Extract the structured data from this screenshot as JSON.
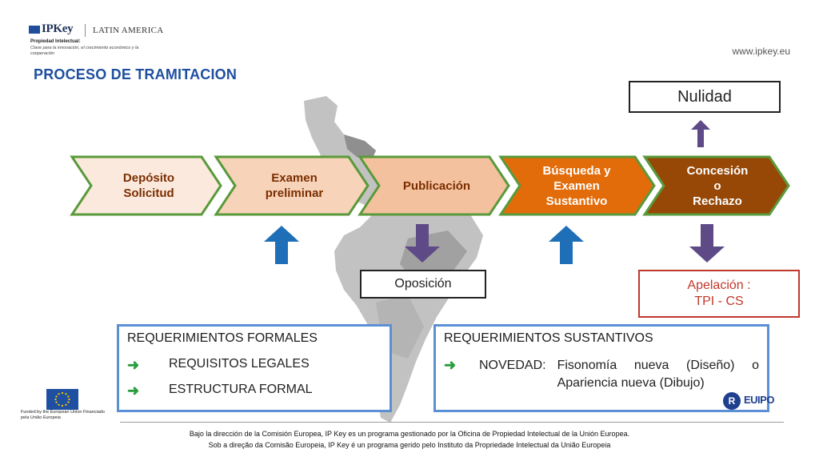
{
  "header": {
    "logo_word": "IPKey",
    "logo_region": "LATIN AMERICA",
    "logo_sub1": "Propiedad Intelectual:",
    "logo_sub2": "Clave para la innovación, el crecimiento económico y la cooperación",
    "site": "www.ipkey.eu",
    "title": "PROCESO DE TRAMITACION"
  },
  "steps": [
    {
      "line1": "Depósito",
      "line2": "Solicitud",
      "line3": "",
      "fill": "#fbe9dd",
      "border": "#5a9a3a"
    },
    {
      "line1": "Examen",
      "line2": "preliminar",
      "line3": "",
      "fill": "#f7d3ba",
      "border": "#5a9a3a"
    },
    {
      "line1": "Publicación",
      "line2": "",
      "line3": "",
      "fill": "#f4c19e",
      "border": "#5a9a3a"
    },
    {
      "line1": "Búsqueda y",
      "line2": "Examen",
      "line3": "Sustantivo",
      "fill": "#e36c0a",
      "border": "#5a9a3a"
    },
    {
      "line1": "Concesión",
      "line2": "o",
      "line3": "Rechazo",
      "fill": "#974806",
      "border": "#5a9a3a"
    }
  ],
  "boxes": {
    "nulidad": "Nulidad",
    "oposicion": "Oposición",
    "apelacion_1": "Apelación :",
    "apelacion_2": "TPI - CS"
  },
  "req_formales": {
    "title": "REQUERIMIENTOS FORMALES",
    "items": [
      "REQUISITOS LEGALES",
      "ESTRUCTURA FORMAL"
    ]
  },
  "req_sustantivos": {
    "title": "REQUERIMIENTOS SUSTANTIVOS",
    "label": "NOVEDAD:",
    "text": "Fisonomía nueva (Diseño) o Apariencia nueva (Dibujo)"
  },
  "footer": {
    "eu_text": "Funded by the European Union Financiado pela União Europeia",
    "euipo": "EUIPO",
    "line1": "Bajo la dirección de la Comisión Europea, IP Key es un programa gestionado por la Oficina de Propiedad Intelectual de la Unión Europea.",
    "line2": "Sob a direção da Comisão Europeia, IP Key é un programa gerido pelo Instituto da Propriedade Intelectual da União Europeia"
  },
  "colors": {
    "title": "#1f4fa0",
    "arrow_up": "#1f6fb8",
    "arrow_down": "#5e4a86",
    "req_border": "#5b8fd6",
    "apelacion": "#c0392b",
    "bullet_arrow": "#2a9d3c"
  },
  "icons": {
    "up_arrow": "arrow-up-icon",
    "down_arrow": "arrow-down-icon",
    "bullet": "right-arrow-icon"
  }
}
